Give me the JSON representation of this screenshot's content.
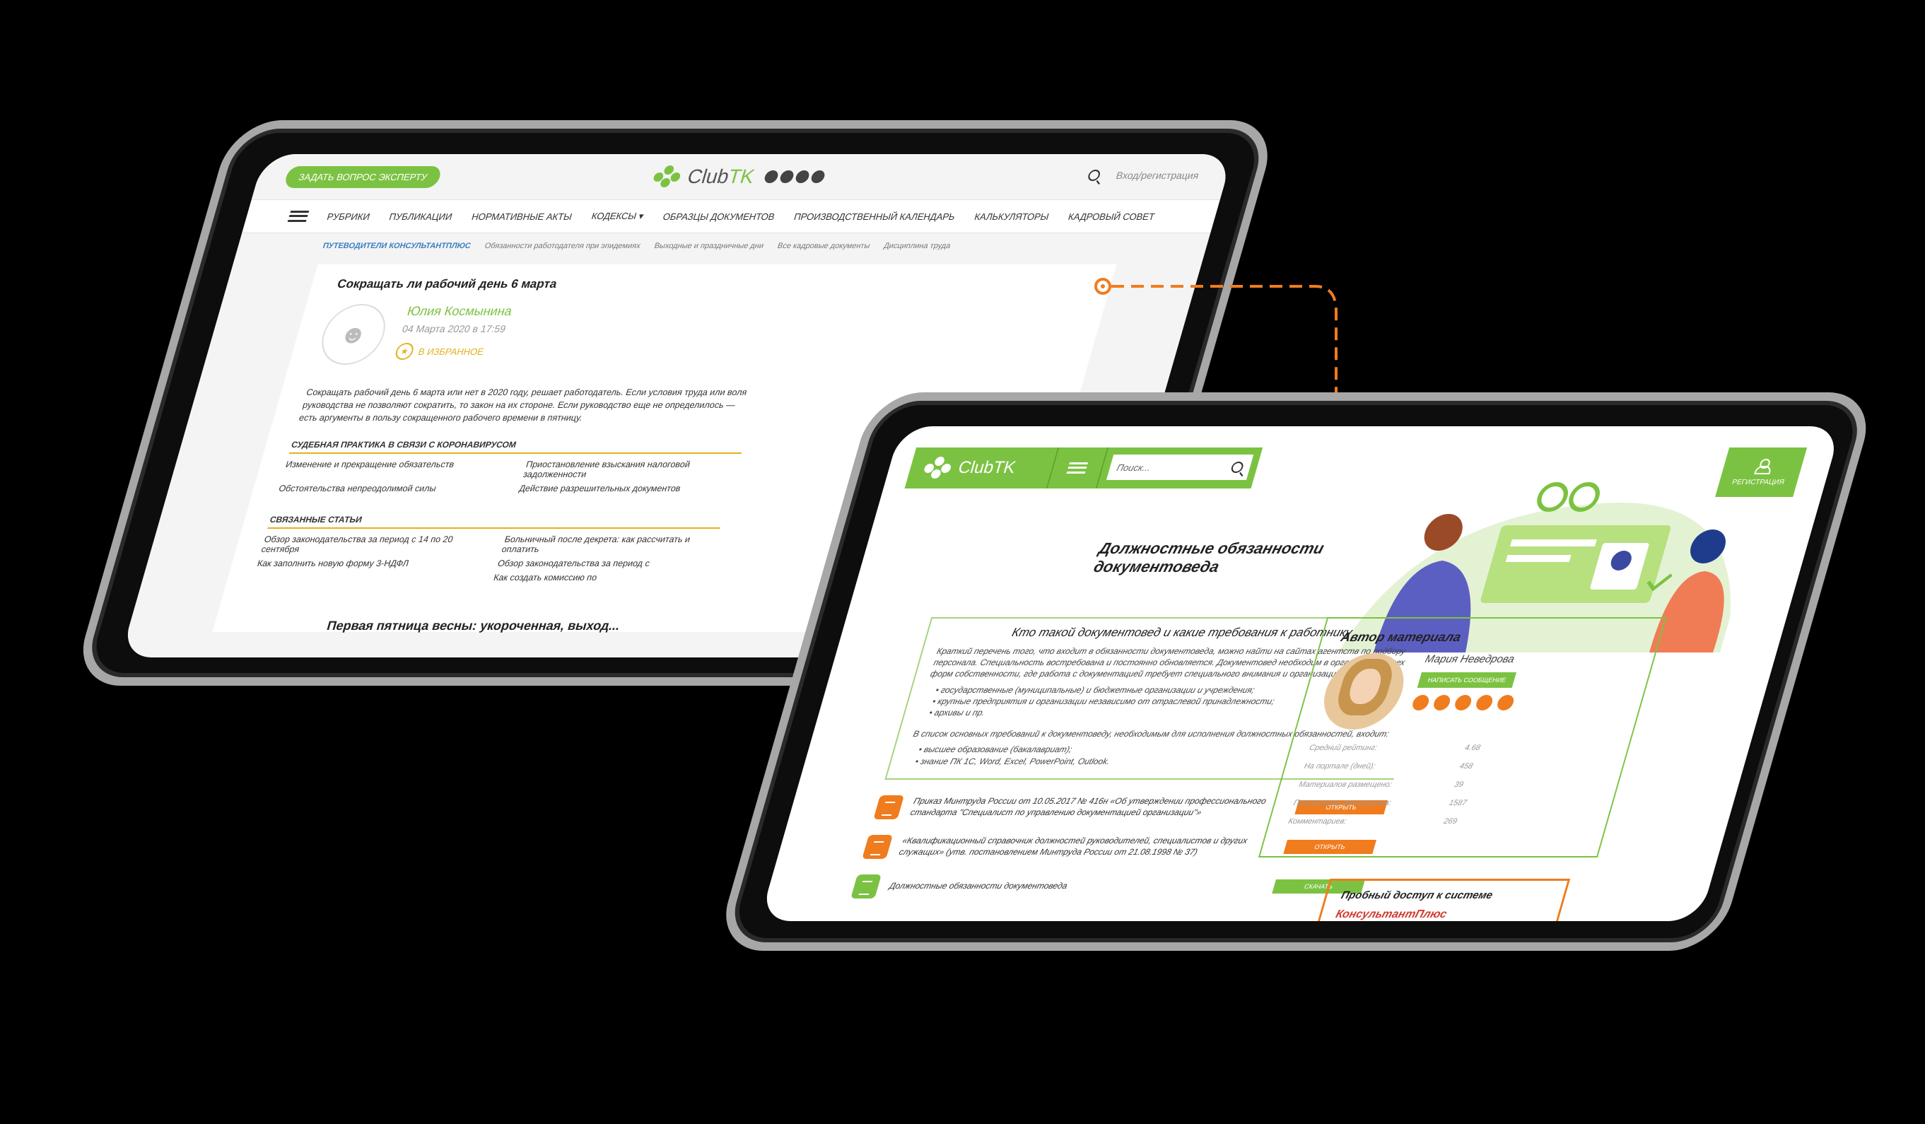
{
  "old_site": {
    "ask_expert": "ЗАДАТЬ ВОПРОС ЭКСПЕРТУ",
    "logo_club": "Club",
    "logo_tk": "TK",
    "login": "Вход/регистрация",
    "nav": [
      "РУБРИКИ",
      "ПУБЛИКАЦИИ",
      "НОРМАТИВНЫЕ АКТЫ",
      "КОДЕКСЫ ▾",
      "ОБРАЗЦЫ ДОКУМЕНТОВ",
      "ПРОИЗВОДСТВЕННЫЙ КАЛЕНДАРЬ",
      "КАЛЬКУЛЯТОРЫ",
      "КАДРОВЫЙ СОВЕТ"
    ],
    "subnav": [
      "ПУТЕВОДИТЕЛИ КОНСУЛЬТАНТПЛЮС",
      "Обязанности работодателя при эпидемиях",
      "Выходные и праздничные дни",
      "Все кадровые документы",
      "Дисциплина труда"
    ],
    "article_title": "Сокращать ли рабочий день 6 марта",
    "author_name": "Юлия Космынина",
    "date": "04 Марта 2020 в 17:59",
    "favorite": "В ИЗБРАННОЕ",
    "body": "Сокращать рабочий день 6 марта или нет в 2020 году, решает работодатель. Если условия труда или воля руководства не позволяют сократить, то закон на их стороне. Если руководство еще не определилось — есть аргументы в пользу сокращенного рабочего времени в пятницу.",
    "section1": "СУДЕБНАЯ ПРАКТИКА В СВЯЗИ С КОРОНАВИРУСОМ",
    "section1_links": [
      "Изменение и прекращение обязательств",
      "Приостановление взыскания налоговой задолженности",
      "Обстоятельства непреодолимой силы",
      "Действие разрешительных документов"
    ],
    "section2": "СВЯЗАННЫЕ СТАТЬИ",
    "section2_links": [
      "Обзор законодательства за период с 14 по 20 сентября",
      "Больничный после декрета: как рассчитать и оплатить",
      "Как заполнить новую форму 3-НДФЛ",
      "Обзор законодательства за период с",
      "",
      "Как создать комиссию по"
    ],
    "next_title": "Первая пятница весны: укороченная, выход..."
  },
  "new_site": {
    "logo_club": "Club",
    "logo_tk": "TK",
    "search_placeholder": "Поиск...",
    "register": "РЕГИСТРАЦИЯ",
    "page_title": "Должностные обязанности документоведа",
    "content_title": "Кто такой документовед и какие требования к работнику",
    "intro": "Краткий перечень того, что входит в обязанности документоведа, можно найти на сайтах агентств по подбору персонала. Специальность востребована и постоянно обновляется. Документовед необходим в организациях всех форм собственности, где работа с документацией требует специального внимания и организации:",
    "list1": [
      "государственные (муниципальные) и бюджетные организации и учреждения;",
      "крупные предприятия и организации независимо от отраслевой принадлежности;",
      "архивы и пр."
    ],
    "requirements": "В список основных требований к документоведу, необходимым для исполнения должностных обязанностей, входит:",
    "list2": [
      "высшее образование (бакалавриат);",
      "знание ПК 1С, Word, Excel, PowerPoint, Outlook."
    ],
    "docs": [
      {
        "text": "Приказ Минтруда России от 10.05.2017 № 416н «Об утверждении профессионального стандарта \"Специалист по управлению документацией организации\"»",
        "button": "ОТКРЫТЬ"
      },
      {
        "text": "«Квалификационный справочник должностей руководителей, специалистов и других служащих» (утв. постановлением Минтруда России от 21.08.1998 № 37)",
        "button": "ОТКРЫТЬ"
      },
      {
        "text": "Должностные обязанности документоведа",
        "button": "СКАЧАТЬ"
      }
    ],
    "author_title": "Автор материала",
    "author_name": "Мария Неведрова",
    "write_message": "НАПИСАТЬ СООБЩЕНИЕ",
    "stats": [
      {
        "label": "Средний рейтинг:",
        "value": "4.68"
      },
      {
        "label": "На портале (дней):",
        "value": "458"
      },
      {
        "label": "Материалов размещено:",
        "value": "39"
      },
      {
        "label": "Просмотров материалов:",
        "value": "1587"
      },
      {
        "label": "Комментариев:",
        "value": "269"
      }
    ],
    "trial_title": "Пробный доступ к системе",
    "trial_logo": "КонсультантПлюс"
  },
  "colors": {
    "brand_green": "#7cc242",
    "accent_orange": "#f07c1e",
    "accent_yellow": "#e3b21b"
  }
}
